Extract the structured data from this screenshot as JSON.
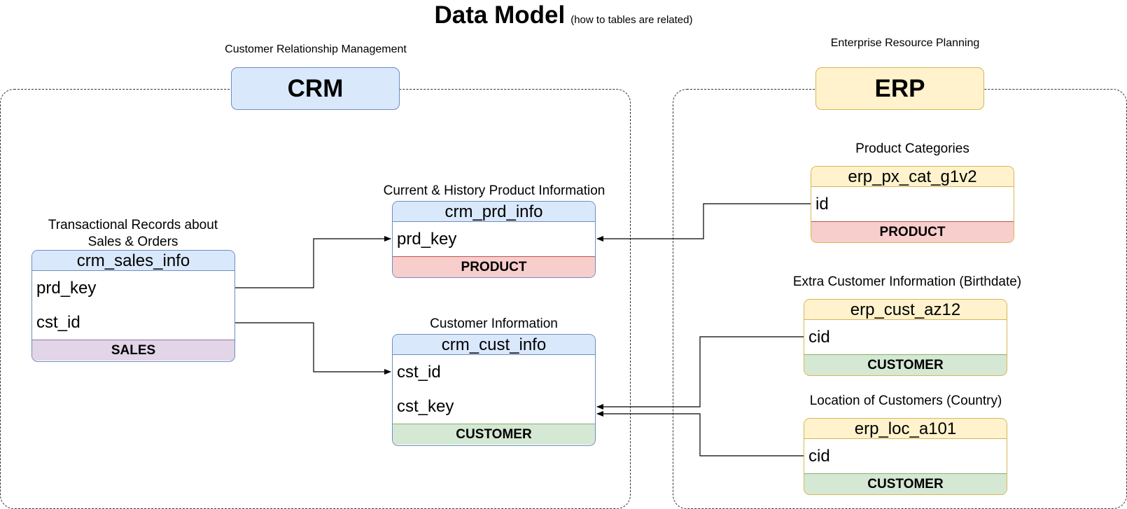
{
  "title": {
    "main": "Data Model",
    "sub": "(how to tables  are related)"
  },
  "groups": {
    "crm": {
      "label": "CRM",
      "caption": "Customer Relationship Management"
    },
    "erp": {
      "label": "ERP",
      "caption": "Enterprise Resource Planning"
    }
  },
  "tables": {
    "crm_sales_info": {
      "caption_line1": "Transactional Records about",
      "caption_line2": "Sales & Orders",
      "name": "crm_sales_info",
      "fields": [
        "prd_key",
        "cst_id"
      ],
      "tag": "SALES"
    },
    "crm_prd_info": {
      "caption": "Current & History Product Information",
      "name": "crm_prd_info",
      "fields": [
        "prd_key"
      ],
      "tag": "PRODUCT"
    },
    "crm_cust_info": {
      "caption": "Customer Information",
      "name": "crm_cust_info",
      "fields": [
        "cst_id",
        "cst_key"
      ],
      "tag": "CUSTOMER"
    },
    "erp_px_cat_g1v2": {
      "caption": "Product Categories",
      "name": "erp_px_cat_g1v2",
      "fields": [
        "id"
      ],
      "tag": "PRODUCT"
    },
    "erp_cust_az12": {
      "caption": "Extra Customer Information (Birthdate)",
      "name": "erp_cust_az12",
      "fields": [
        "cid"
      ],
      "tag": "CUSTOMER"
    },
    "erp_loc_a101": {
      "caption": "Location of Customers (Country)",
      "name": "erp_loc_a101",
      "fields": [
        "cid"
      ],
      "tag": "CUSTOMER"
    }
  },
  "colors": {
    "crm_fill": "#dae8fc",
    "crm_stroke": "#6c8ebf",
    "erp_fill": "#fff2cc",
    "erp_stroke": "#d6b656",
    "product_fill": "#f8cecc",
    "customer_fill": "#d5e8d4",
    "sales_fill": "#e1d5e7"
  }
}
